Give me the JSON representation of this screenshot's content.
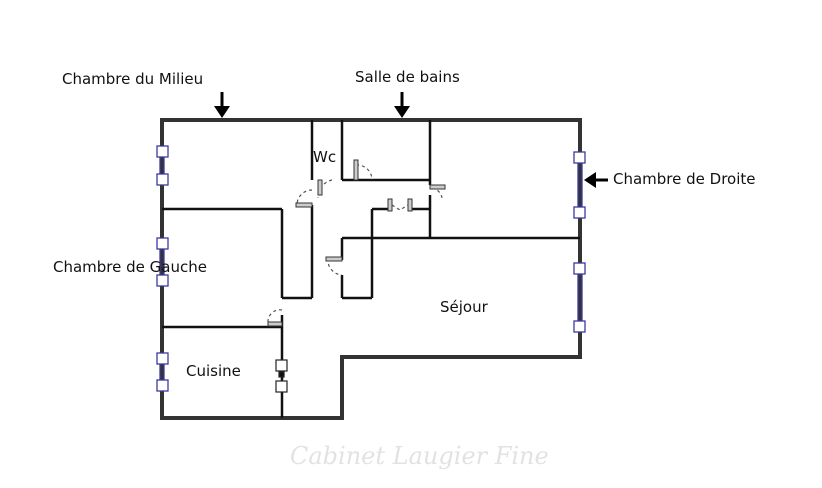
{
  "labels": {
    "chambre_milieu": "Chambre du Milieu",
    "salle_de_bains": "Salle de bains",
    "chambre_droite": "Chambre de Droite",
    "chambre_gauche": "Chambre de Gauche",
    "wc": "Wc",
    "sejour": "Séjour",
    "cuisine": "Cuisine"
  },
  "watermark": "Cabinet Laugier Fine",
  "colors": {
    "wall": "#1a1a1a",
    "window": "#3a3aa0"
  }
}
